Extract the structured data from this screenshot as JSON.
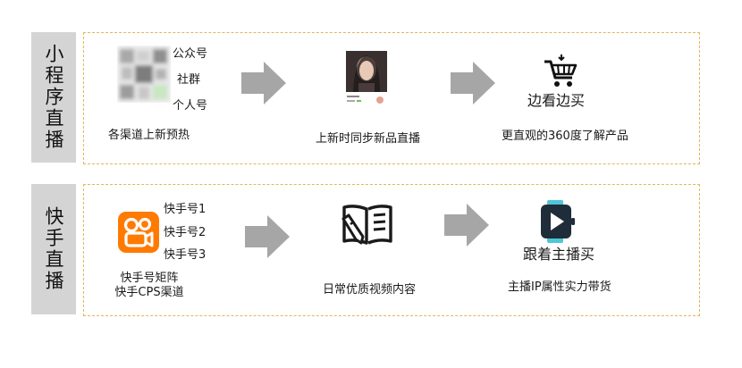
{
  "rows": [
    {
      "side_label": "小程序直播",
      "channels": [
        "公众号",
        "社群",
        "个人号"
      ],
      "step1_caption": "各渠道上新预热",
      "step2_caption": "上新时同步新品直播",
      "step3_title": "边看边买",
      "step3_caption": "更直观的360度了解产品"
    },
    {
      "side_label": "快手直播",
      "channels": [
        "快手号1",
        "快手号2",
        "快手号3"
      ],
      "step1_caption_lines": [
        "快手号矩阵",
        "快手CPS渠道"
      ],
      "step2_caption": "日常优质视频内容",
      "step3_title": "跟着主播买",
      "step3_caption": "主播IP属性实力带货"
    }
  ],
  "icons": {
    "blurred_qr": "blurred-qr-icon",
    "phone_live": "phone-live-thumbnail",
    "cart": "shopping-cart-icon",
    "kuaishou": "kuaishou-logo",
    "book_pen": "book-pen-icon",
    "video_play": "video-play-icon",
    "arrow": "arrow-right-icon"
  },
  "colors": {
    "sidebar": "#d4d4d4",
    "dashed_border": "#e2b65a",
    "arrow": "#a6a6a6",
    "kuaishou": "#ff7a00",
    "video_icon": "#1f2d3a",
    "video_accent": "#4fc6d8"
  }
}
